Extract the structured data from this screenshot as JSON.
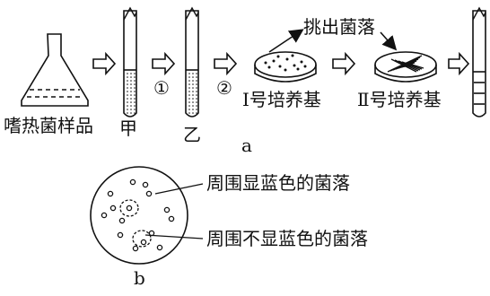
{
  "panel_a": {
    "caption": "a",
    "sample_label": "嗜热菌样品",
    "tube_jia": "甲",
    "tube_yi": "乙",
    "step1": "①",
    "step2": "②",
    "pick_colonies": "挑出菌落",
    "medium_1": "Ⅰ号培养基",
    "medium_2": "Ⅱ号培养基"
  },
  "panel_b": {
    "caption": "b",
    "colony_blue": "周围显蓝色的菌落",
    "colony_not_blue": "周围不显蓝色的菌落"
  }
}
